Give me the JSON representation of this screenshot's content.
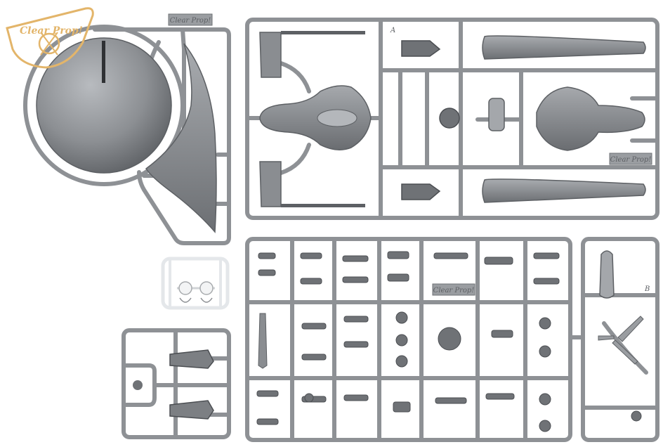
{
  "logo": {
    "text": "Clear Prop!"
  },
  "brand_marks": [
    "Clear Prop!",
    "Clear Prop!",
    "Clear Prop!"
  ],
  "frame_letters": [
    "A",
    "B"
  ],
  "colors": {
    "sprue": "#8e9195",
    "sprue_dark": "#6f7276",
    "part": "#8a8d91",
    "part_light": "#b4b7bb",
    "part_dark": "#5d6064",
    "clear_frame": "#e4e7ea",
    "logo": "#e3b56a",
    "background": "#ffffff"
  }
}
